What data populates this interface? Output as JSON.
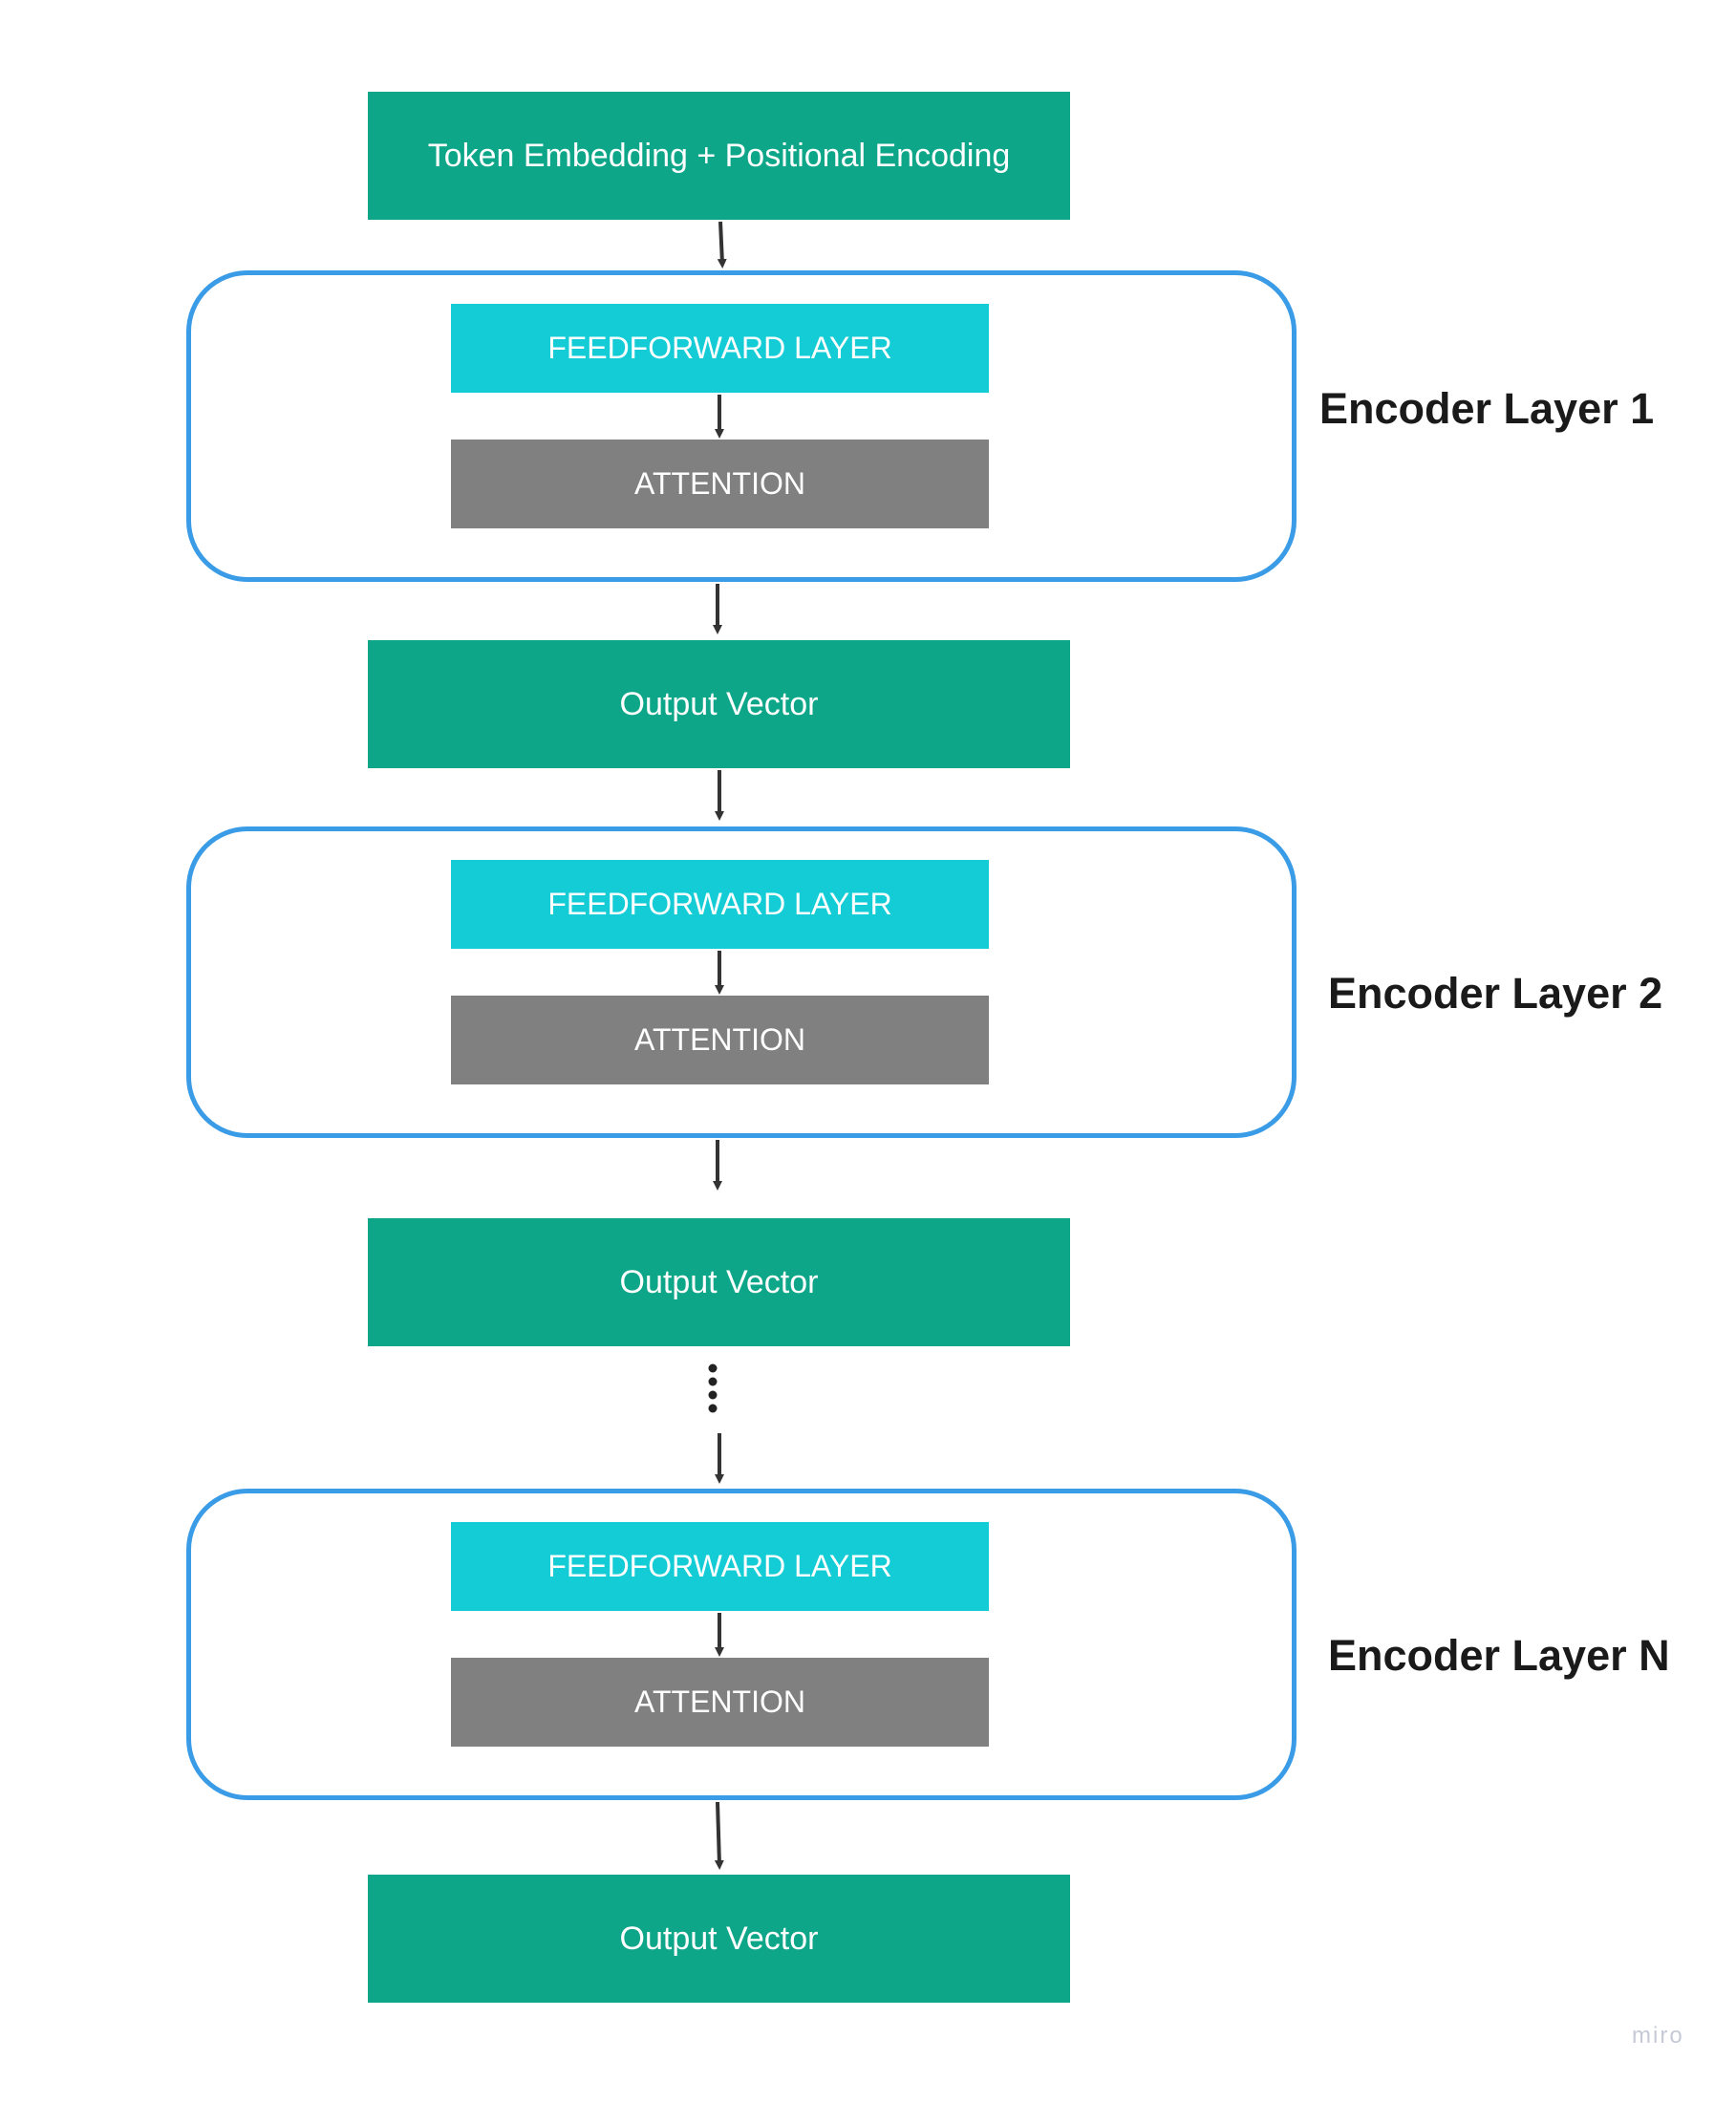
{
  "input_block": {
    "label": "Token Embedding + Positional Encoding"
  },
  "layers": [
    {
      "name": "Encoder Layer 1",
      "feedforward": "FEEDFORWARD LAYER",
      "attention": "ATTENTION"
    },
    {
      "name": "Encoder Layer 2",
      "feedforward": "FEEDFORWARD LAYER",
      "attention": "ATTENTION"
    },
    {
      "name": "Encoder Layer N",
      "feedforward": "FEEDFORWARD LAYER",
      "attention": "ATTENTION"
    }
  ],
  "outputs": [
    {
      "label": "Output Vector"
    },
    {
      "label": "Output Vector"
    },
    {
      "label": "Output Vector"
    }
  ],
  "watermark": "miro",
  "colors": {
    "output_block": "#0da688",
    "feedforward_block": "#13ccd6",
    "attention_block": "#808080",
    "layer_frame": "#3a9be6",
    "arrow": "#333333"
  }
}
